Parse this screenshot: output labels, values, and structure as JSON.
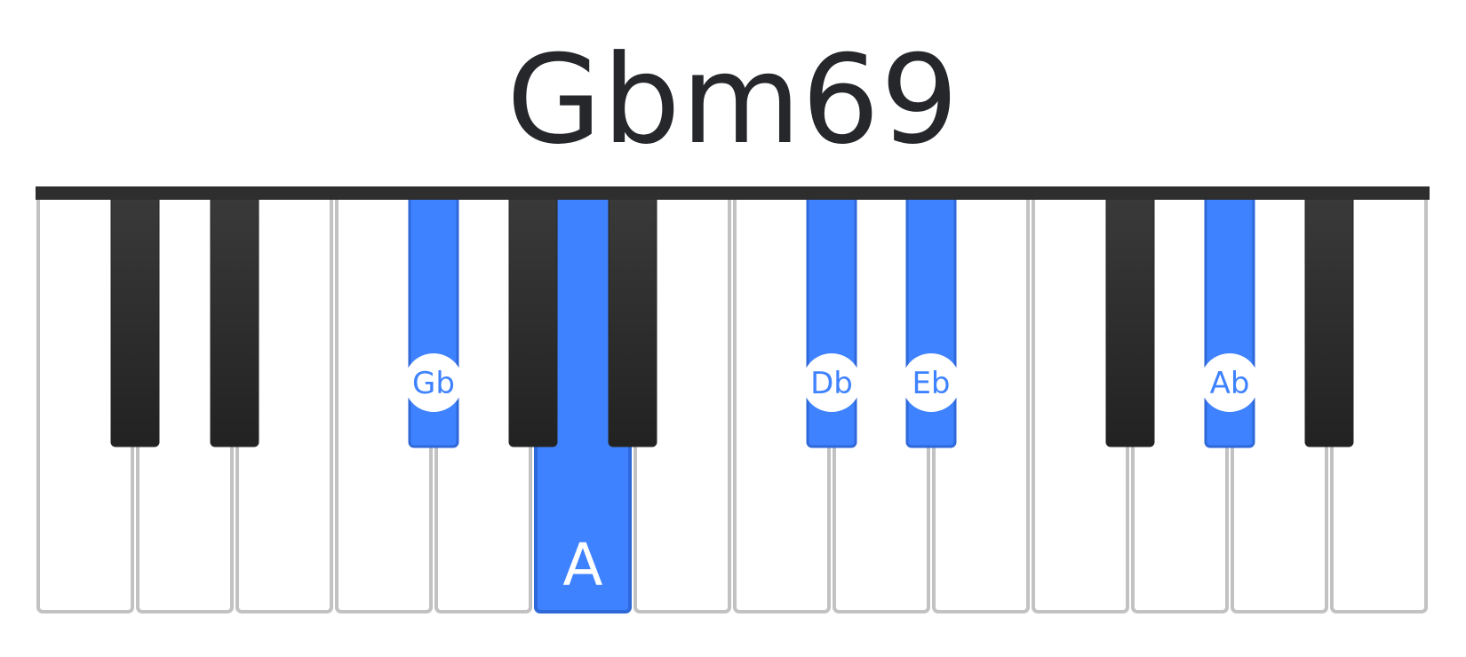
{
  "chord": {
    "name": "Gbm69"
  },
  "colors": {
    "highlight": "#3f82ff",
    "highlight_border": "#2f68d9",
    "black_key": "#262626",
    "white_key": "#ffffff",
    "white_key_border": "#c2c2c2",
    "top_bar": "#2e2e2e",
    "title": "#25272b"
  },
  "keyboard": {
    "white_keys": [
      {
        "note": "C",
        "highlighted": false,
        "label": ""
      },
      {
        "note": "D",
        "highlighted": false,
        "label": ""
      },
      {
        "note": "E",
        "highlighted": false,
        "label": ""
      },
      {
        "note": "F",
        "highlighted": false,
        "label": ""
      },
      {
        "note": "G",
        "highlighted": false,
        "label": ""
      },
      {
        "note": "A",
        "highlighted": true,
        "label": "A"
      },
      {
        "note": "B",
        "highlighted": false,
        "label": ""
      },
      {
        "note": "C",
        "highlighted": false,
        "label": ""
      },
      {
        "note": "D",
        "highlighted": false,
        "label": ""
      },
      {
        "note": "E",
        "highlighted": false,
        "label": ""
      },
      {
        "note": "F",
        "highlighted": false,
        "label": ""
      },
      {
        "note": "G",
        "highlighted": false,
        "label": ""
      },
      {
        "note": "A",
        "highlighted": false,
        "label": ""
      },
      {
        "note": "B",
        "highlighted": false,
        "label": ""
      }
    ],
    "black_keys": [
      {
        "after_white": 0,
        "highlighted": false,
        "label": ""
      },
      {
        "after_white": 1,
        "highlighted": false,
        "label": ""
      },
      {
        "after_white": 3,
        "highlighted": true,
        "label": "Gb"
      },
      {
        "after_white": 4,
        "highlighted": false,
        "label": ""
      },
      {
        "after_white": 5,
        "highlighted": false,
        "label": ""
      },
      {
        "after_white": 7,
        "highlighted": true,
        "label": "Db"
      },
      {
        "after_white": 8,
        "highlighted": true,
        "label": "Eb"
      },
      {
        "after_white": 10,
        "highlighted": false,
        "label": ""
      },
      {
        "after_white": 11,
        "highlighted": true,
        "label": "Ab"
      },
      {
        "after_white": 12,
        "highlighted": false,
        "label": ""
      }
    ]
  }
}
